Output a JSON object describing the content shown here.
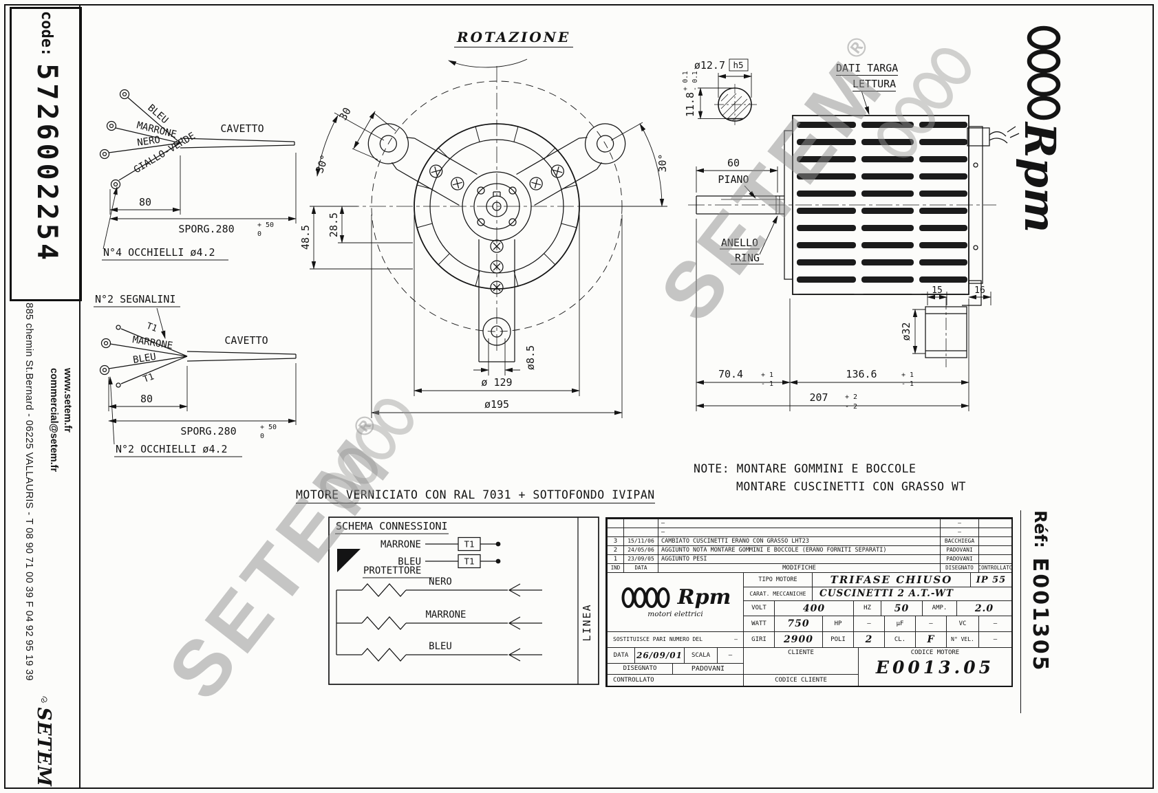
{
  "page": {
    "code_label": "code:",
    "code_value": "5726002254",
    "address": "885 chemin St.Bernard  -  06225 VALLAURIS  -  T 08 90 71 00 39   F 04 92 95 19 39",
    "web": "www.setem.fr",
    "email": "commercial@setem.fr",
    "setem_wordmark": "SETEM",
    "rpm_wordmark": "Rpm",
    "ref_label": "Réf:",
    "ref_value": "E001305",
    "watermark_text": "SETEM",
    "watermark_reg": "®"
  },
  "harness4": {
    "wire1": "BLEU",
    "wire2": "MARRONE",
    "wire3": "NERO",
    "wire4": "GIALLO-VERDE",
    "cavetto": "CAVETTO",
    "dim_len": "80",
    "sporg": "SPORG.280",
    "sporg_tol_plus": "+ 50",
    "sporg_tol_minus": "0",
    "note": "N°4 OCCHIELLI  ø4.2"
  },
  "harness2": {
    "title": "N°2 SEGNALINI",
    "t1a": "T1",
    "wire1": "MARRONE",
    "wire2": "BLEU",
    "t1b": "T1",
    "cavetto": "CAVETTO",
    "dim_len": "80",
    "sporg": "SPORG.280",
    "sporg_tol_plus": "+ 50",
    "sporg_tol_minus": "0",
    "note": "N°2 OCCHIELLI  ø4.2"
  },
  "front": {
    "rotazione": "ROTAZIONE",
    "dim_arm_width": "30",
    "dim_angle_left": "30°",
    "dim_angle_right": "30°",
    "dim_28_5": "28.5",
    "dim_48_5": "48.5",
    "dim_hole": "ø8.5",
    "dim_body": "ø 129",
    "dim_bolt_circle": "ø195"
  },
  "side": {
    "dim_shaft": "ø12.7",
    "shaft_fit": "h5",
    "dim_flat": "11.8",
    "flat_tol_plus": "+ 0.1",
    "flat_tol_minus": "- 0.1",
    "dati_targa_1": "DATI TARGA",
    "dati_targa_2": "LETTURA",
    "dim_shaft_len": "60",
    "piano": "PIANO",
    "anello_1": "ANELLO",
    "anello_2": "RING",
    "dim_15": "15",
    "dim_16": "16",
    "dim_ring": "ø32",
    "dim_70_4": "70.4",
    "tol_70_plus": "+ 1",
    "tol_70_minus": "- 1",
    "dim_136_6": "136.6",
    "tol_136_plus": "+ 1",
    "tol_136_minus": "- 1",
    "dim_207": "207",
    "tol_207_plus": "+ 2",
    "tol_207_minus": "- 2"
  },
  "notes": {
    "note_line1": "NOTE: MONTARE GOMMINI E BOCCOLE",
    "note_line2": "MONTARE CUSCINETTI CON GRASSO WT",
    "paint_note": "MOTORE VERNICIATO CON RAL 7031  + SOTTOFONDO IVIPAN"
  },
  "schema": {
    "title": "SCHEMA CONNESSIONI",
    "marrone": "MARRONE",
    "bleu": "BLEU",
    "t1_top": "T1",
    "t1_bottom": "T1",
    "protettore": "PROTETTORE",
    "coil1": "NERO",
    "coil2": "MARRONE",
    "coil3": "BLEU",
    "linea": "LINEA"
  },
  "tblock": {
    "rev_rows": [
      {
        "ind": "",
        "date": "",
        "desc": "—",
        "by": "—"
      },
      {
        "ind": "",
        "date": "",
        "desc": "—",
        "by": "—"
      },
      {
        "ind": "3",
        "date": "15/11/06",
        "desc": "CAMBIATO CUSCINETTI ERANO  CON GRASSO LHT23",
        "by": "BACCHIEGA"
      },
      {
        "ind": "2",
        "date": "24/05/06",
        "desc": "AGGIUNTO NOTA MONTARE GOMMINI E BOCCOLE (ERANO FORNITI SEPARATI)",
        "by": "PADOVANI"
      },
      {
        "ind": "1",
        "date": "23/09/05",
        "desc": "AGGIUNTO PESI",
        "by": "PADOVANI"
      }
    ],
    "hdr_ind": "IND",
    "hdr_data": "DATA",
    "hdr_modifiche": "MODIFICHE",
    "hdr_disegnato": "DISEGNATO",
    "hdr_controllato": "CONTROLLATO",
    "brand": "Rpm",
    "brand_sub": "motori elettrici",
    "tipo_label": "TIPO MOTORE",
    "tipo_value": "TRIFASE CHIUSO",
    "ip": "IP 55",
    "carat_label": "CARAT. MECCANICHE",
    "carat_value": "CUSCINETTI 2 A.T.-WT",
    "volt_label": "VOLT",
    "volt": "400",
    "hz_label": "HZ",
    "hz": "50",
    "amp_label": "AMP.",
    "amp": "2.0",
    "watt_label": "WATT",
    "watt": "750",
    "hp_label": "HP",
    "hp": "—",
    "uf_label": "μF",
    "uf": "—",
    "vc_label": "VC",
    "vc": "—",
    "sost_label": "SOSTITUISCE PARI NUMERO DEL",
    "sost": "—",
    "giri_label": "GIRI",
    "giri": "2900",
    "poli_label": "POLI",
    "poli": "2",
    "cl_label": "CL.",
    "cl": "F",
    "vel_label": "N° VEL.",
    "vel": "—",
    "data_label": "DATA",
    "data": "26/09/01",
    "scala_label": "SCALA",
    "scala": "—",
    "cliente_label": "CLIENTE",
    "codice_motore_label": "CODICE MOTORE",
    "disegnato_label": "DISEGNATO",
    "disegnato": "PADOVANI",
    "controllato_label": "CONTROLLATO",
    "codice_cliente_label": "CODICE CLIENTE",
    "motor_code": "E0013.05"
  }
}
